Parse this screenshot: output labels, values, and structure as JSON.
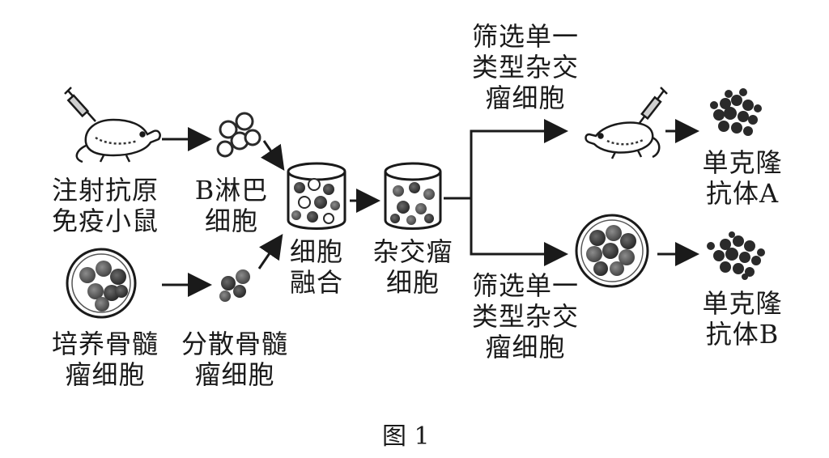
{
  "labels": {
    "mouse_injection": [
      "注射抗原",
      "免疫小鼠"
    ],
    "b_lymphocyte": [
      "B淋巴",
      "细胞"
    ],
    "cultured_myeloma": [
      "培养骨髓",
      "瘤细胞"
    ],
    "dispersed_myeloma": [
      "分散骨髓",
      "瘤细胞"
    ],
    "cell_fusion": [
      "细胞",
      "融合"
    ],
    "hybridoma": [
      "杂交瘤",
      "细胞"
    ],
    "screen_upper": [
      "筛选单一",
      "类型杂交",
      "瘤细胞"
    ],
    "screen_lower": [
      "筛选单一",
      "类型杂交",
      "瘤细胞"
    ],
    "antibody_a": [
      "单克隆",
      "抗体A"
    ],
    "antibody_b": [
      "单克隆",
      "抗体B"
    ]
  },
  "caption": "图 1",
  "colors": {
    "ink": "#1a1a1a",
    "cell_dark": "#3a3a3a",
    "cell_mid": "#6a6a6a",
    "background": "#ffffff"
  },
  "icons": [
    "syringe-icon",
    "mouse-icon",
    "petri-dish-icon",
    "culture-beaker-icon",
    "antibody-cluster-icon"
  ]
}
